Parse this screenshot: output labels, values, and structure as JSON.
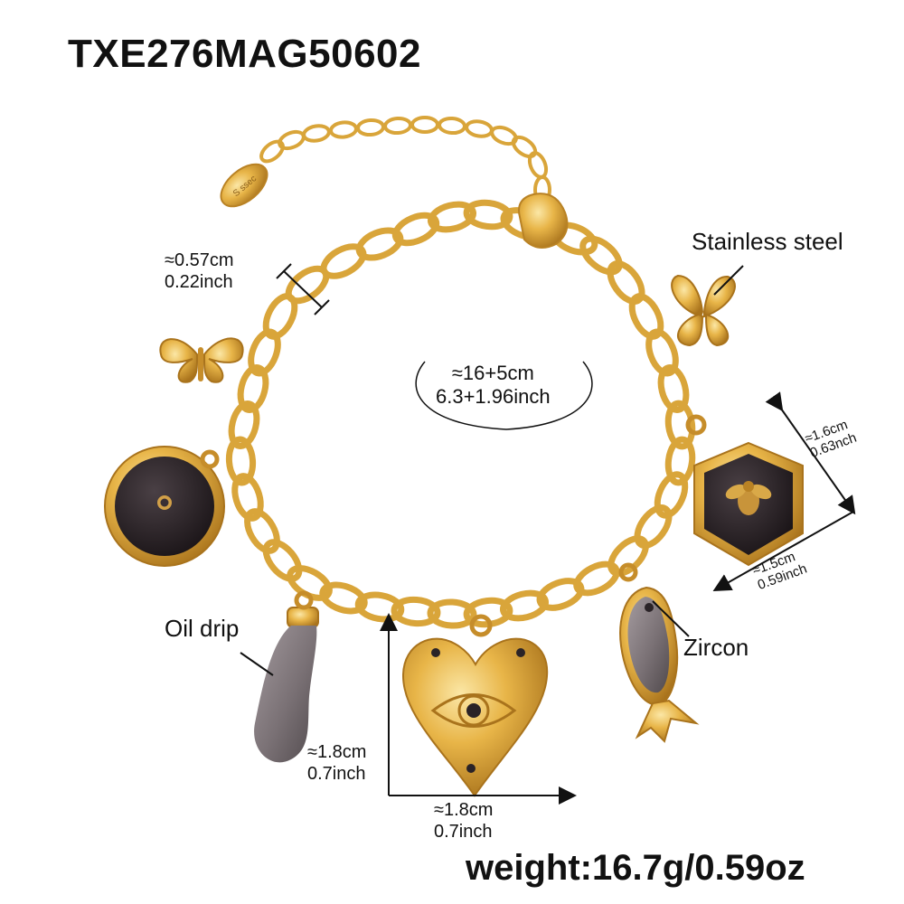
{
  "product": {
    "sku": "TXE276MAG50602",
    "weight": "weight:16.7g/0.59oz"
  },
  "annotations": {
    "link_width_cm": "≈0.57cm",
    "link_width_inch": "0.22inch",
    "length_cm": "≈16+5cm",
    "length_inch": "6.3+1.96inch",
    "material": "Stainless steel",
    "hex_height_cm": "≈1.6cm",
    "hex_height_inch": "0.63nch",
    "hex_width_cm": "≈1.5cm",
    "hex_width_inch": "0.59inch",
    "oil_drip": "Oil drip",
    "zircon": "Zircon",
    "heart_height_cm": "≈1.8cm",
    "heart_height_inch": "0.7inch",
    "heart_width_cm": "≈1.8cm",
    "heart_width_inch": "0.7inch",
    "tag_text": "S ssec"
  },
  "colors": {
    "gold": "#e2ad3c",
    "gold_dark": "#b98224",
    "gold_light": "#f5d77e",
    "enamel_black": "#2a2327",
    "enamel_grey": "#7d7478"
  }
}
